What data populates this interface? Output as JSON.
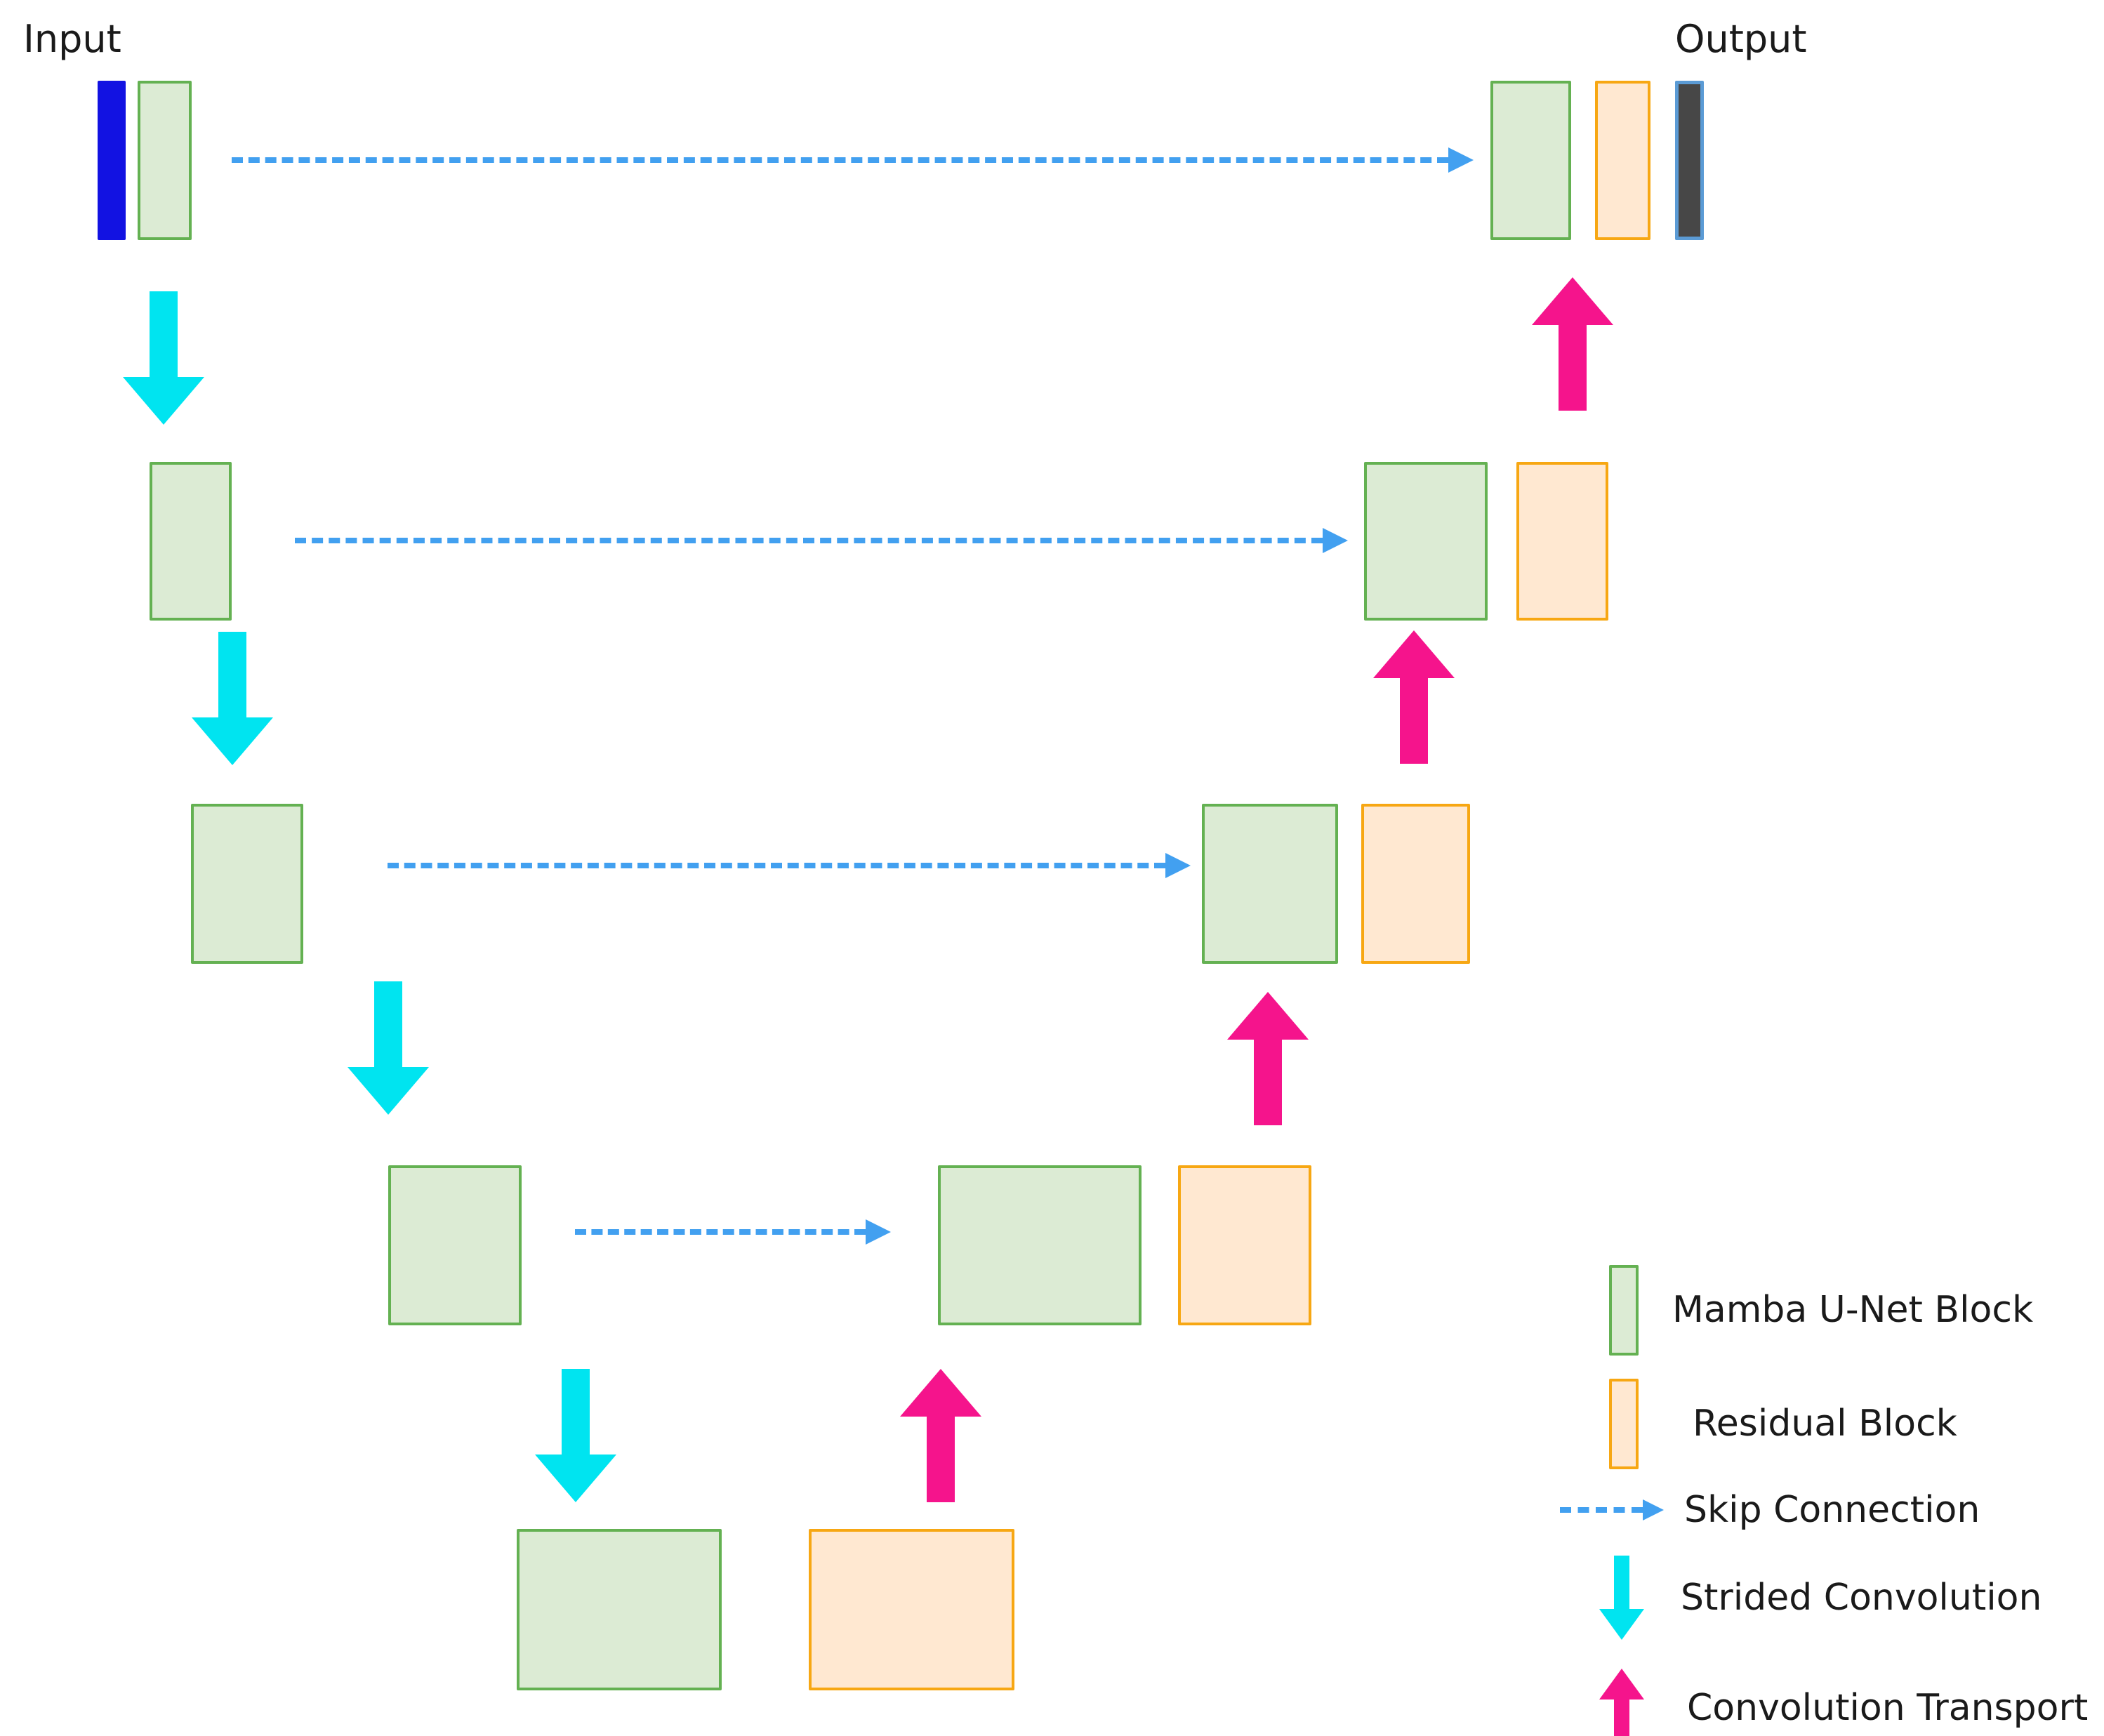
{
  "labels": {
    "input": "Input",
    "output": "Output"
  },
  "legend": {
    "items": [
      {
        "icon": "mamba-block-swatch",
        "label": "Mamba U-Net Block"
      },
      {
        "icon": "residual-block-swatch",
        "label": "Residual Block"
      },
      {
        "icon": "skip-connection-arrow-icon",
        "label": "Skip Connection"
      },
      {
        "icon": "strided-convolution-arrow-icon",
        "label": "Strided Convolution"
      },
      {
        "icon": "convolution-transport-arrow-icon",
        "label": "Convolution Transport"
      }
    ]
  },
  "colors": {
    "mamba_block_fill": "#dcebd4",
    "mamba_block_border": "#64b152",
    "residual_block_fill": "#ffe8d1",
    "residual_block_border": "#f7a713",
    "input_tensor_bar": "#1212e2",
    "output_tensor_fill": "#474747",
    "output_tensor_border": "#5b9bd5",
    "skip_connection": "#42a0f0",
    "strided_convolution": "#00e4f0",
    "convolution_transport": "#f5148c",
    "text": "#1a1a1a",
    "background": "#ffffff"
  },
  "architecture": {
    "type": "Mamba U-Net encoder-decoder diagram",
    "encoder_path": [
      {
        "level": 1,
        "blocks": [
          "input-tensor",
          "mamba-unet-block"
        ]
      },
      {
        "level": 2,
        "blocks": [
          "mamba-unet-block"
        ]
      },
      {
        "level": 3,
        "blocks": [
          "mamba-unet-block"
        ]
      },
      {
        "level": 4,
        "blocks": [
          "mamba-unet-block"
        ]
      }
    ],
    "bottleneck": {
      "level": 5,
      "blocks": [
        "mamba-unet-block",
        "residual-block"
      ]
    },
    "decoder_path": [
      {
        "level": 4,
        "blocks": [
          "mamba-unet-block",
          "residual-block"
        ]
      },
      {
        "level": 3,
        "blocks": [
          "mamba-unet-block",
          "residual-block"
        ]
      },
      {
        "level": 2,
        "blocks": [
          "mamba-unet-block",
          "residual-block"
        ]
      },
      {
        "level": 1,
        "blocks": [
          "mamba-unet-block",
          "residual-block",
          "output-tensor"
        ]
      }
    ],
    "connections": {
      "skip_connections": 4,
      "strided_convolutions": 4,
      "convolution_transports": 4
    }
  }
}
